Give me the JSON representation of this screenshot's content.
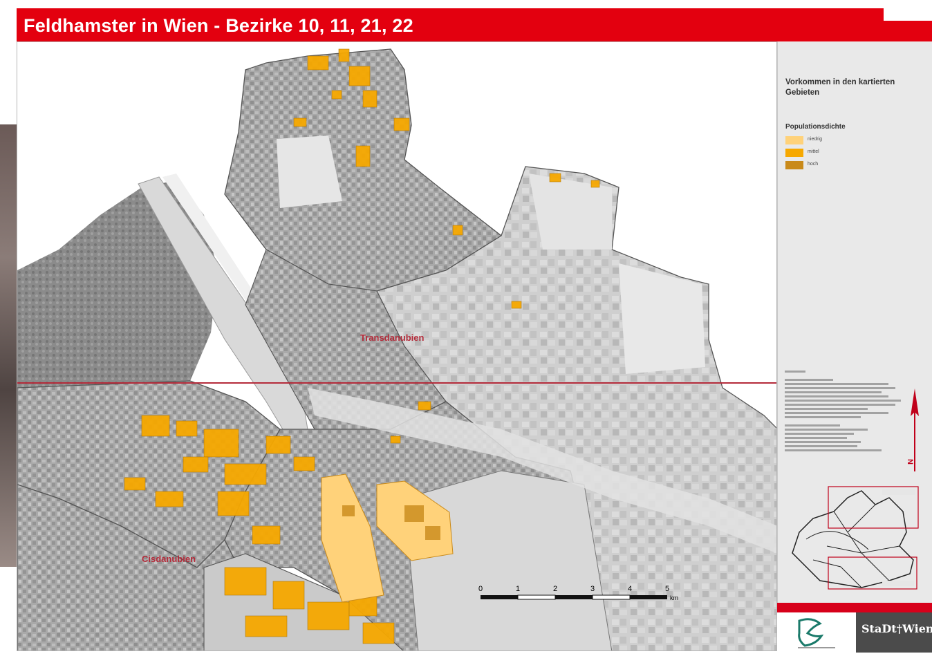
{
  "title": "Feldhamster in Wien - Bezirke 10, 11, 21, 22",
  "map": {
    "region_labels": [
      {
        "key": "transdanubien",
        "text": "Transdanubien"
      },
      {
        "key": "cisdanubien",
        "text": "Cisdanubien"
      }
    ],
    "scale_bar": {
      "ticks": [
        "0",
        "1",
        "2",
        "3",
        "4",
        "5"
      ],
      "unit": "km"
    },
    "colors": {
      "terrain": "#bdbdbd",
      "built": "#9c9c9c",
      "boundary": "#555555",
      "divider": "#b42b3a",
      "hamster_low": "#ffd27a",
      "hamster_mid": "#f6a800",
      "hamster_high": "#c98a1a"
    }
  },
  "legend": {
    "heading": "Vorkommen in den kartierten Gebieten",
    "subtitle": "Populationsdichte",
    "items": [
      {
        "label": "niedrig",
        "color": "#ffd27a"
      },
      {
        "label": "mittel",
        "color": "#f6a800"
      },
      {
        "label": "hoch",
        "color": "#c98a1a"
      }
    ],
    "north_label": "N"
  },
  "footer": {
    "brand": "StaDt†Wien",
    "band_color": "#d7001a"
  }
}
